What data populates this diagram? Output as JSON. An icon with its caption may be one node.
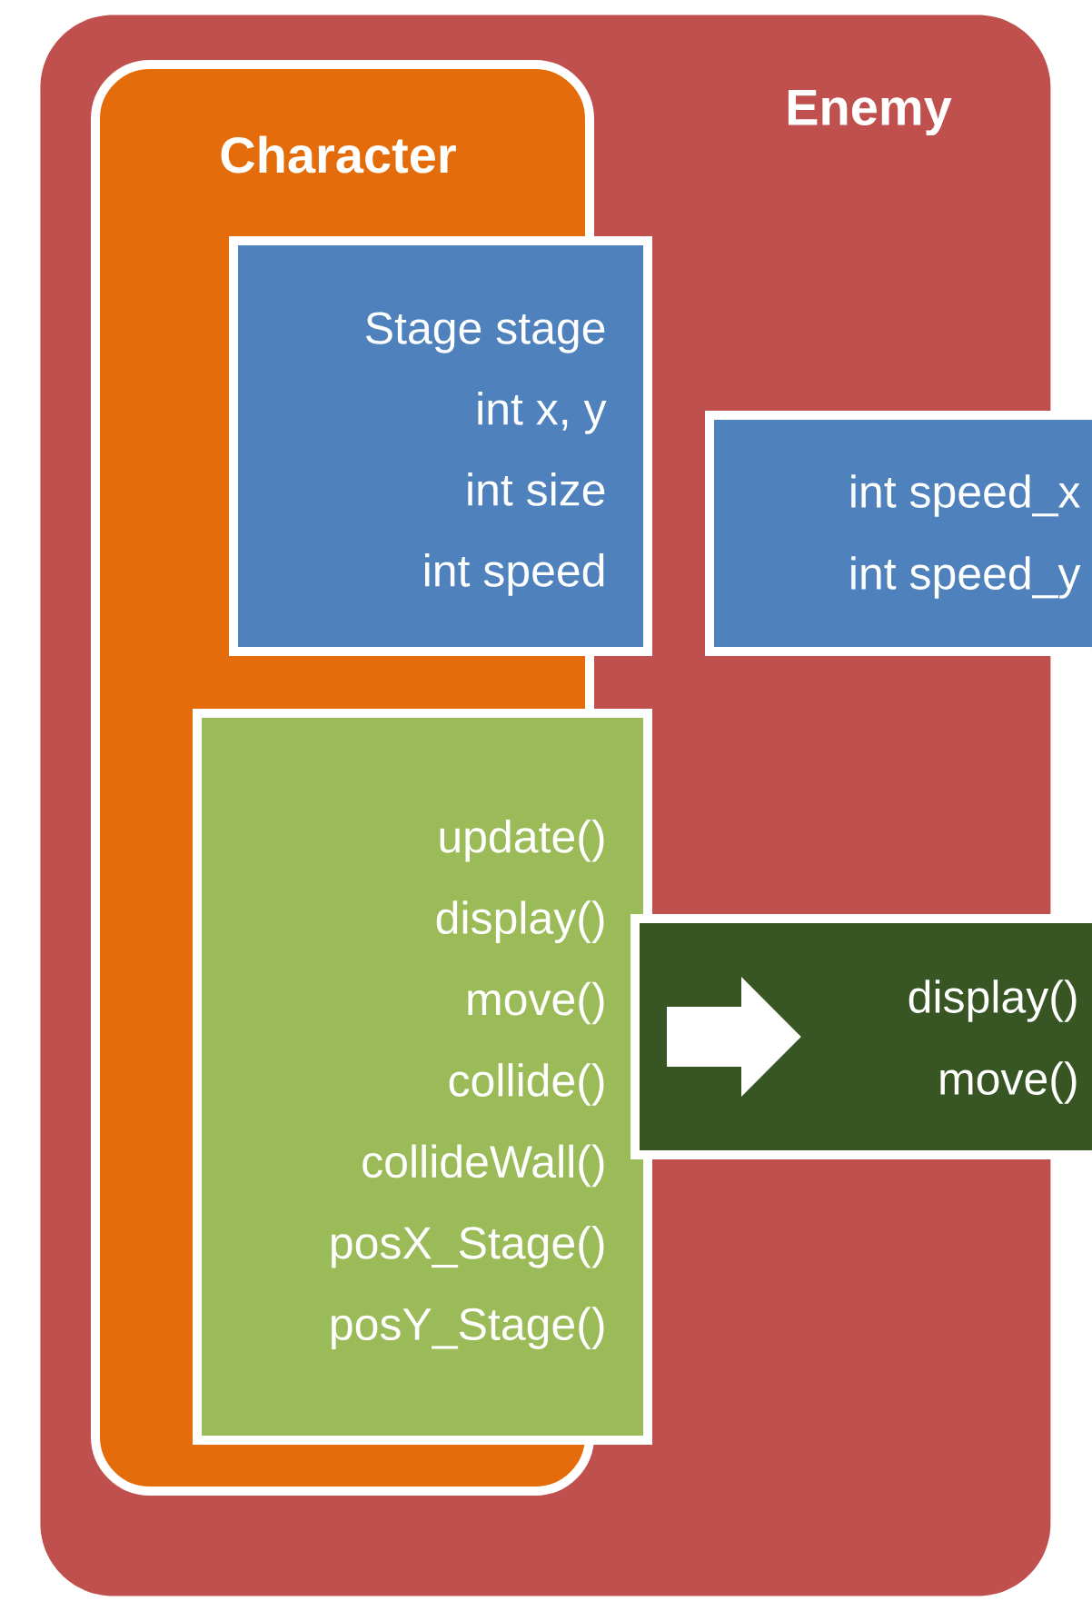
{
  "diagram": {
    "nodes": [
      {
        "text": [
          "Enemy"
        ]
      },
      {
        "text": [
          "Character"
        ],
        "in": 0
      },
      {
        "text": [
          "Stage stage",
          "int x, y",
          "int size",
          "int speed"
        ],
        "in": 0
      },
      {
        "text": [
          "update()",
          "display()",
          "move()",
          "collide()",
          "collideWall()",
          "posX_Stage()",
          "posY_Stage()"
        ],
        "in": 0
      },
      {
        "text": [
          "int speed_x",
          "int speed_y"
        ]
      },
      {
        "text": [
          "display()",
          "move()"
        ]
      }
    ],
    "edges": [
      {
        "from": 3,
        "to": 5,
        "arrow": "to"
      }
    ]
  }
}
